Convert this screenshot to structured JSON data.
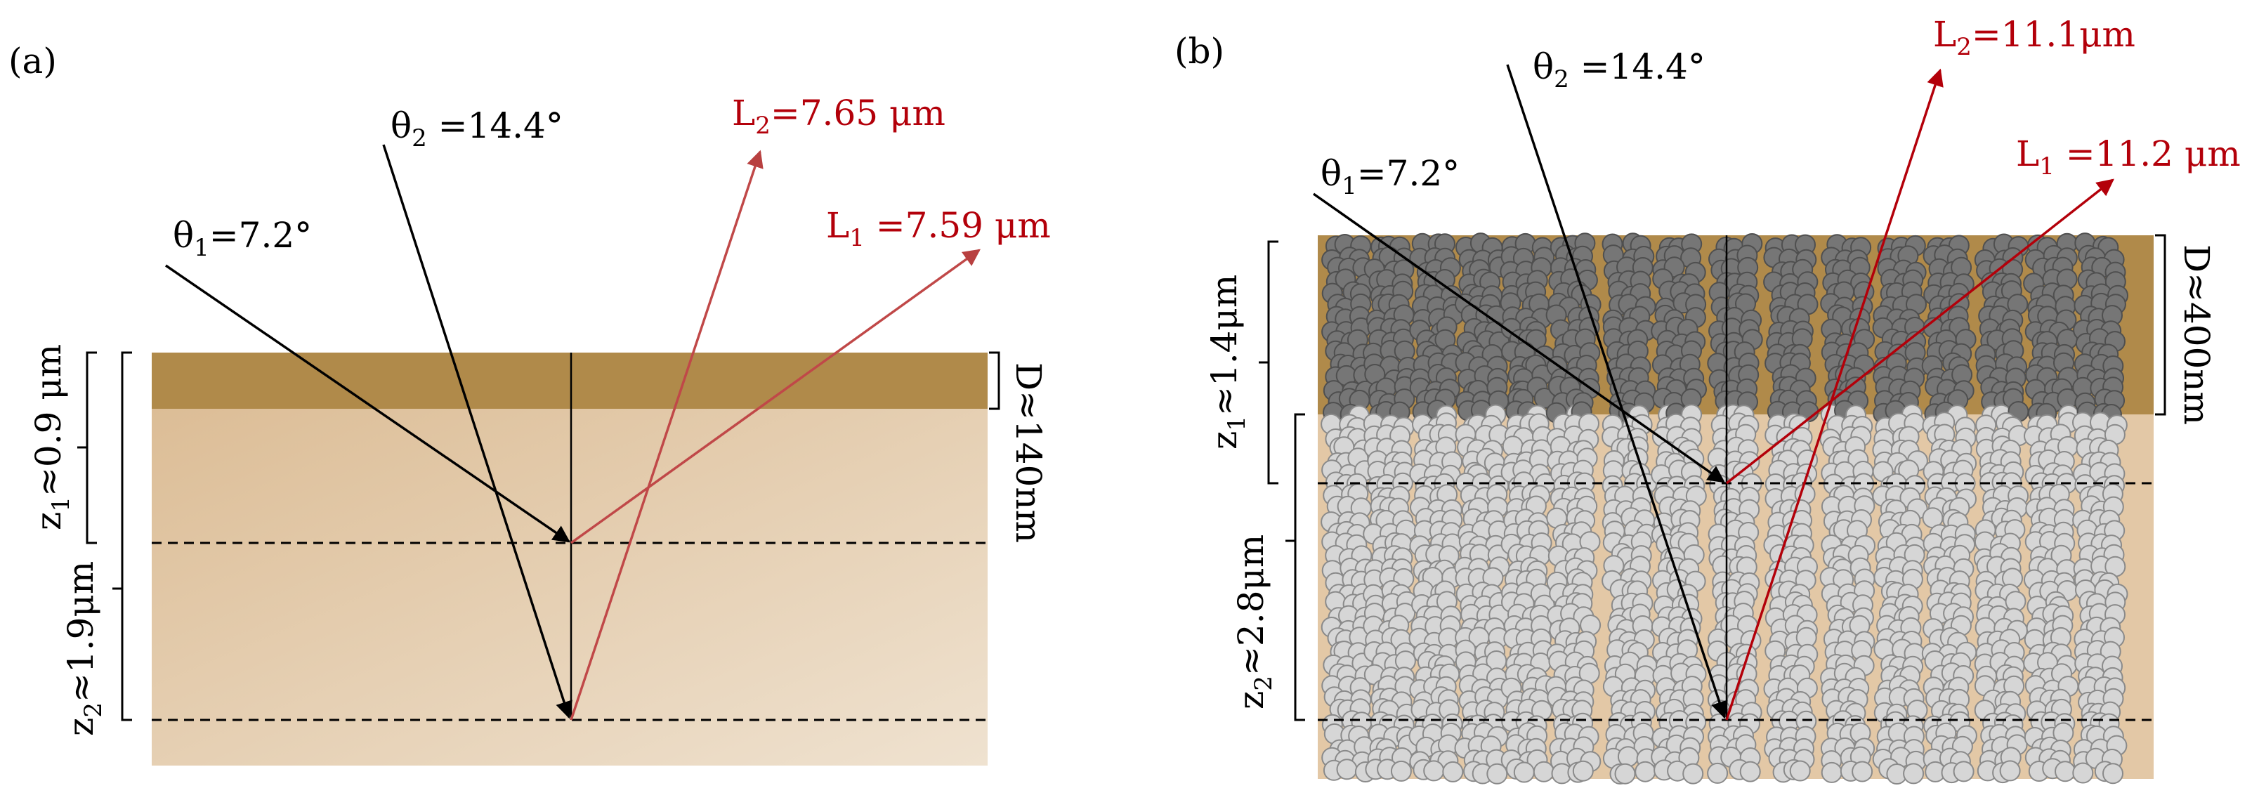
{
  "panels": [
    {
      "tag": "(a)",
      "theta2": {
        "sym": "θ",
        "sub": "2",
        "rest": " =14.4°"
      },
      "theta1": {
        "sym": "θ",
        "sub": "1",
        "rest": "=7.2°"
      },
      "L2": {
        "sym": "L",
        "sub": "2",
        "rest": "=7.65 μm"
      },
      "L1": {
        "sym": "L",
        "sub": "1",
        "rest": " =7.59 μm"
      },
      "D": "D≈140nm",
      "z1": {
        "sym": "z",
        "sub": "1",
        "rest": "≈0.9 μm"
      },
      "z2": {
        "sym": "z",
        "sub": "2",
        "rest": "≈1.9μm"
      }
    },
    {
      "tag": "(b)",
      "theta2": {
        "sym": "θ",
        "sub": "2",
        "rest": " =14.4°"
      },
      "theta1": {
        "sym": "θ",
        "sub": "1",
        "rest": "=7.2°"
      },
      "L2": {
        "sym": "L",
        "sub": "2",
        "rest": "=11.1μm"
      },
      "L1": {
        "sym": "L",
        "sub": "1",
        "rest": " =11.2 μm"
      },
      "D": "D≈400nm",
      "z1": {
        "sym": "z",
        "sub": "1",
        "rest": "≈1.4μm"
      },
      "z2": {
        "sym": "z",
        "sub": "2",
        "rest": "≈2.8μm"
      }
    }
  ],
  "colors": {
    "top_layer": "#b08a4a",
    "substrate_light": "#ecdcc6",
    "substrate_dark": "#ddbf98",
    "reflected_ray": "#b3000a",
    "sphere_dark": "#767676",
    "sphere_light": "#d6d6d6"
  }
}
